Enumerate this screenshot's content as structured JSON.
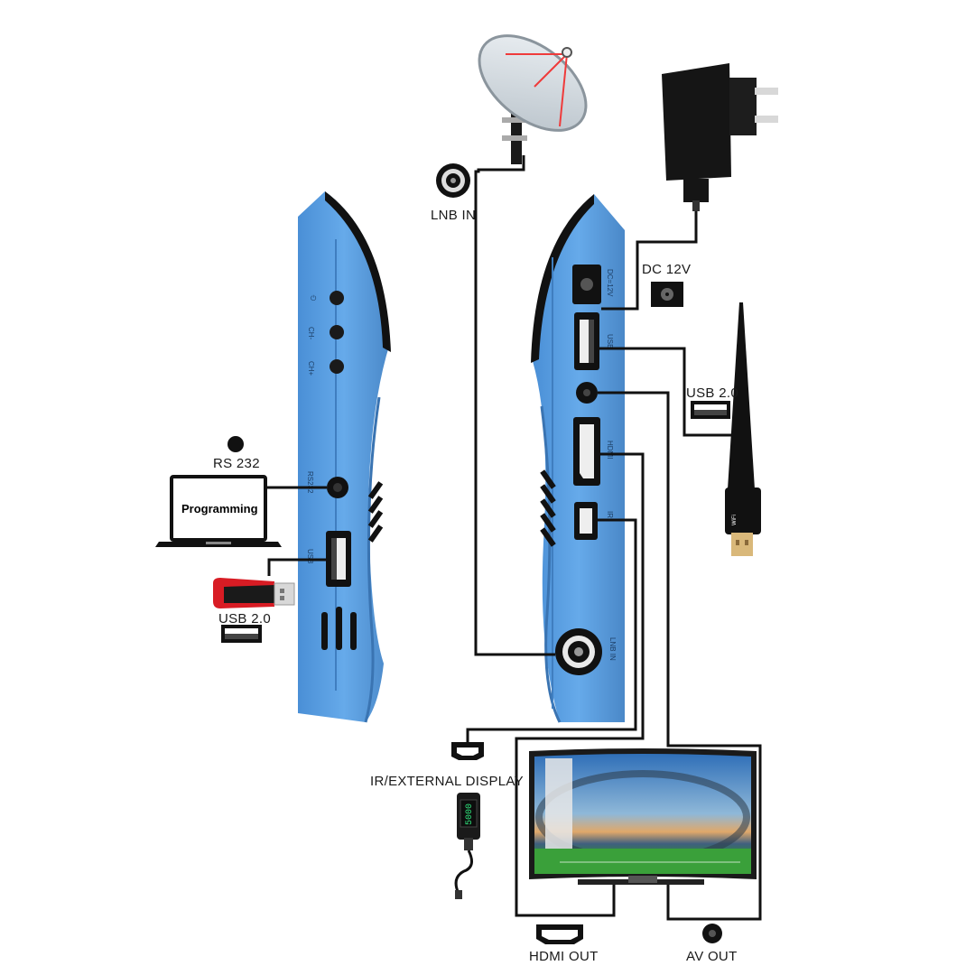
{
  "labels": {
    "lnb_in": "LNB IN",
    "dc_12v": "DC 12V",
    "usb_right": "USB 2.0",
    "rs232": "RS 232",
    "programming": "Programming",
    "usb_left": "USB 2.0",
    "ir_external_display": "IR/EXTERNAL DISPLAY",
    "hdmi_out": "HDMI OUT",
    "av_out": "AV OUT"
  },
  "device_port_labels": {
    "ch_minus": "CH-",
    "ch_plus": "CH+",
    "rs232": "RS232",
    "usb": "USB",
    "dc": "DC=12V",
    "usb_right": "USB",
    "hdmi": "HDMI",
    "ir": "IR",
    "lnb": "LNB IN"
  },
  "display_reading": "5000",
  "colors": {
    "device_body": "#5b9fdc",
    "device_shade": "#4a86c4",
    "device_edge": "#111111",
    "wire": "#111111",
    "usb_stick": "#d81c24",
    "dish": "#d7dde2",
    "dish_signal": "#ef3b3b",
    "display_digits": "#2fe07a"
  }
}
